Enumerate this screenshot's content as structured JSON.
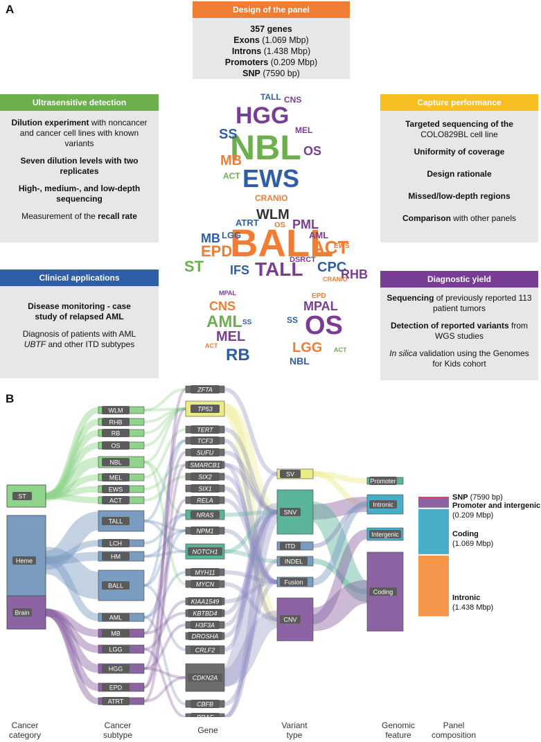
{
  "panel_a": {
    "label": "A",
    "design": {
      "title": "Design of the panel",
      "line1": "357 genes",
      "line2_bold": "Exons",
      "line2_rest": " (1.069 Mbp)",
      "line3_bold": "Introns",
      "line3_rest": " (1.438 Mbp)",
      "line4_bold": "Promoters",
      "line4_rest": " (0.209 Mbp)",
      "line5_bold": "SNP",
      "line5_rest": " (7590 bp)"
    },
    "ultrasensitive": {
      "title": "Ultrasensitive detection",
      "p1_bold": "Dilution experiment",
      "p1_rest": " with noncancer and cancer cell lines with known variants",
      "p2": "Seven dilution levels with two replicates",
      "p3": "High-, medium-, and low-depth sequencing",
      "p4_pre": "Measurement of the ",
      "p4_bold": "recall rate"
    },
    "capture": {
      "title": "Capture performance",
      "p1_bold": "Targeted sequencing of the",
      "p1_rest": "COLO829BL cell line",
      "p2": "Uniformity of coverage",
      "p3": "Design rationale",
      "p4": "Missed/low-depth regions",
      "p5_bold": "Comparison",
      "p5_rest": " with other panels"
    },
    "clinical": {
      "title": "Clinical applications",
      "p1": "Disease monitoring - case study of relapsed AML",
      "p2_pre": "Diagnosis of patients with AML ",
      "p2_italic": "UBTF",
      "p2_rest": " and other ITD subtypes"
    },
    "diagnostic": {
      "title": "Diagnostic yield",
      "p1_bold": "Sequencing",
      "p1_rest": " of previously reported 113 patient tumors",
      "p2_bold": "Detection of reported variants",
      "p2_rest": " from WGS studies",
      "p3_italic": "In silica",
      "p3_rest": " validation using the Genomes for Kids cohort"
    },
    "word_cloud": {
      "head": [
        "HGG",
        "NBL",
        "EWS",
        "SS",
        "MB",
        "OS",
        "MEL",
        "ACT",
        "CRANIO",
        "TALL",
        "CNS"
      ],
      "torso": [
        "BALL",
        "WLM",
        "PML",
        "ATRT",
        "LGG",
        "AML",
        "ACT",
        "EPD",
        "MB",
        "ST",
        "IFS",
        "TALL",
        "CPC",
        "RHB",
        "DSRCT",
        "CRANIO",
        "OS",
        "EWS"
      ],
      "left_foot": [
        "CNS",
        "AML",
        "MEL",
        "RB",
        "MPAL",
        "ACT",
        "SS"
      ],
      "right_foot": [
        "OS",
        "MPAL",
        "LGG",
        "NBL",
        "EPD",
        "SS",
        "ACT"
      ]
    }
  },
  "panel_b": {
    "label": "B",
    "column_labels": {
      "category": "Cancer category",
      "subtype": "Cancer subtype",
      "gene": "Gene",
      "variant": "Variant type",
      "genomic": "Genomic feature",
      "composition": "Panel composition"
    },
    "colors": {
      "st": "#8ed48a",
      "heme": "#7a9cc0",
      "brain": "#8c63a3",
      "tp53": "#eaea86",
      "gene_green": "#5ab49a",
      "snp": "#e0407a",
      "promoter": "#8c63a3",
      "coding": "#47aec8",
      "intronic": "#f5964a"
    },
    "categories": [
      "ST",
      "Heme",
      "Brain"
    ],
    "subtypes": [
      "WLM",
      "RHB",
      "RB",
      "OS",
      "NBL",
      "MEL",
      "EWS",
      "ACT",
      "TALL",
      "LCH",
      "HM",
      "BALL",
      "AML",
      "MB",
      "LGG",
      "HGG",
      "EPD",
      "ATRT"
    ],
    "genes": [
      "ZFTA",
      "TP53",
      "TERT",
      "TCF3",
      "SUFU",
      "SMARCB1",
      "SIX2",
      "SIX1",
      "RELA",
      "NRAS",
      "NPM1",
      "NOTCH1",
      "MYH11",
      "MYCN",
      "KIAA1549",
      "KBTBD4",
      "H3F3A",
      "DROSHA",
      "CRLF2",
      "CDKN2A",
      "CBFB",
      "BRAF"
    ],
    "variants": [
      "SV",
      "SNV",
      "ITD",
      "INDEL",
      "Fusion",
      "CNV"
    ],
    "features": [
      "Promoter",
      "Intronic",
      "Intergenic",
      "Coding"
    ],
    "composition": {
      "snp_label": "SNP",
      "snp_value": " (7590 bp)",
      "promoter_label": "Promoter and intergenic",
      "promoter_value": "(0.209 Mbp)",
      "coding_label": "Coding",
      "coding_value": "(1.069 Mbp)",
      "intronic_label": "Intronic",
      "intronic_value": "(1.438 Mbp)"
    }
  }
}
